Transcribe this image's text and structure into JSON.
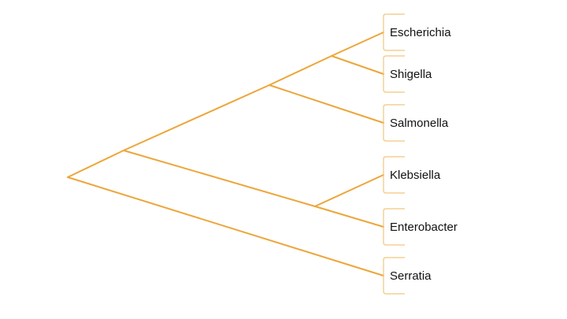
{
  "diagram": {
    "type": "cladogram",
    "colors": {
      "branch": "#ECA63A",
      "bracket": "#F2C57E",
      "label": "#111111"
    },
    "taxa": [
      "Escherichia",
      "Shigella",
      "Salmonella",
      "Klebsiella",
      "Enterobacter",
      "Serratia"
    ],
    "tree": {
      "children": [
        {
          "children": [
            {
              "children": [
                {
                  "children": [
                    {
                      "taxon": 0
                    },
                    {
                      "taxon": 1
                    }
                  ]
                },
                {
                  "taxon": 2
                }
              ]
            },
            {
              "children": [
                {
                  "taxon": 3
                },
                {
                  "taxon": 4
                }
              ]
            }
          ]
        },
        {
          "taxon": 5
        }
      ]
    }
  }
}
